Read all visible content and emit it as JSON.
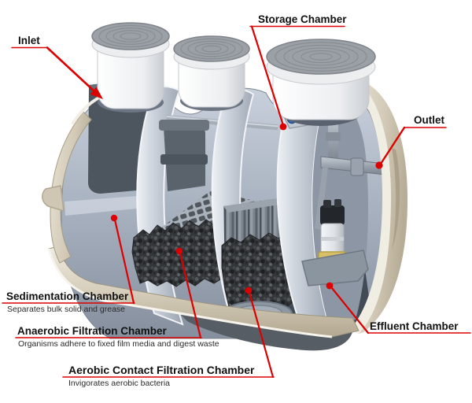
{
  "labels": {
    "inlet": {
      "title": "Inlet"
    },
    "storage": {
      "title": "Storage Chamber"
    },
    "outlet": {
      "title": "Outlet"
    },
    "sedimentation": {
      "title": "Sedimentation Chamber",
      "subtitle": "Separates bulk solid and grease"
    },
    "anaerobic": {
      "title": "Anaerobic Filtration Chamber",
      "subtitle": "Organisms adhere to fixed film media and digest waste"
    },
    "aerobic": {
      "title": "Aerobic Contact Filtration Chamber",
      "subtitle": "Invigorates aerobic bacteria"
    },
    "effluent": {
      "title": "Effluent Chamber"
    }
  },
  "colors": {
    "accent_red": "#dd0000",
    "shell_beige": "#d2c9b6",
    "shell_cream": "#f0ede2",
    "interior_light": "#c6cedb",
    "interior_dark": "#6e7888",
    "media_dark": "#35383b",
    "lid_gray": "#9aa0a5",
    "pump_band_yellow": "#d9c066",
    "valve_blue": "#3a6fc4",
    "label_text": "#111111"
  }
}
